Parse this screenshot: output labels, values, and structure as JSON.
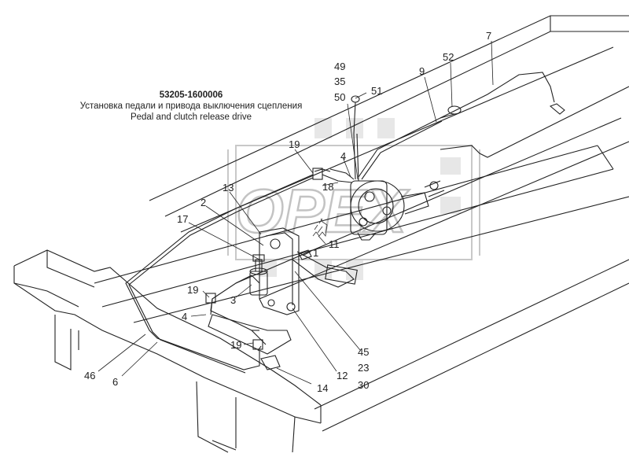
{
  "title": {
    "code": "53205-1600006",
    "ru": "Установка педали и привода выключения сцепления",
    "en": "Pedal and clutch release drive"
  },
  "watermark": {
    "text": "OPEX"
  },
  "callouts": [
    {
      "id": "c7",
      "text": "7"
    },
    {
      "id": "c52",
      "text": "52"
    },
    {
      "id": "c9",
      "text": "9"
    },
    {
      "id": "c49",
      "text": "49"
    },
    {
      "id": "c35",
      "text": "35"
    },
    {
      "id": "c50",
      "text": "50"
    },
    {
      "id": "c51",
      "text": "51"
    },
    {
      "id": "c19a",
      "text": "19"
    },
    {
      "id": "c4a",
      "text": "4"
    },
    {
      "id": "c18",
      "text": "18"
    },
    {
      "id": "c13",
      "text": "13"
    },
    {
      "id": "c2",
      "text": "2"
    },
    {
      "id": "c17",
      "text": "17"
    },
    {
      "id": "c11",
      "text": "11"
    },
    {
      "id": "c1",
      "text": "1"
    },
    {
      "id": "c19b",
      "text": "19"
    },
    {
      "id": "c3",
      "text": "3"
    },
    {
      "id": "c4b",
      "text": "4"
    },
    {
      "id": "c19c",
      "text": "19"
    },
    {
      "id": "c45",
      "text": "45"
    },
    {
      "id": "c23",
      "text": "23"
    },
    {
      "id": "c30",
      "text": "30"
    },
    {
      "id": "c12",
      "text": "12"
    },
    {
      "id": "c46",
      "text": "46"
    },
    {
      "id": "c6",
      "text": "6"
    },
    {
      "id": "c14",
      "text": "14"
    }
  ]
}
